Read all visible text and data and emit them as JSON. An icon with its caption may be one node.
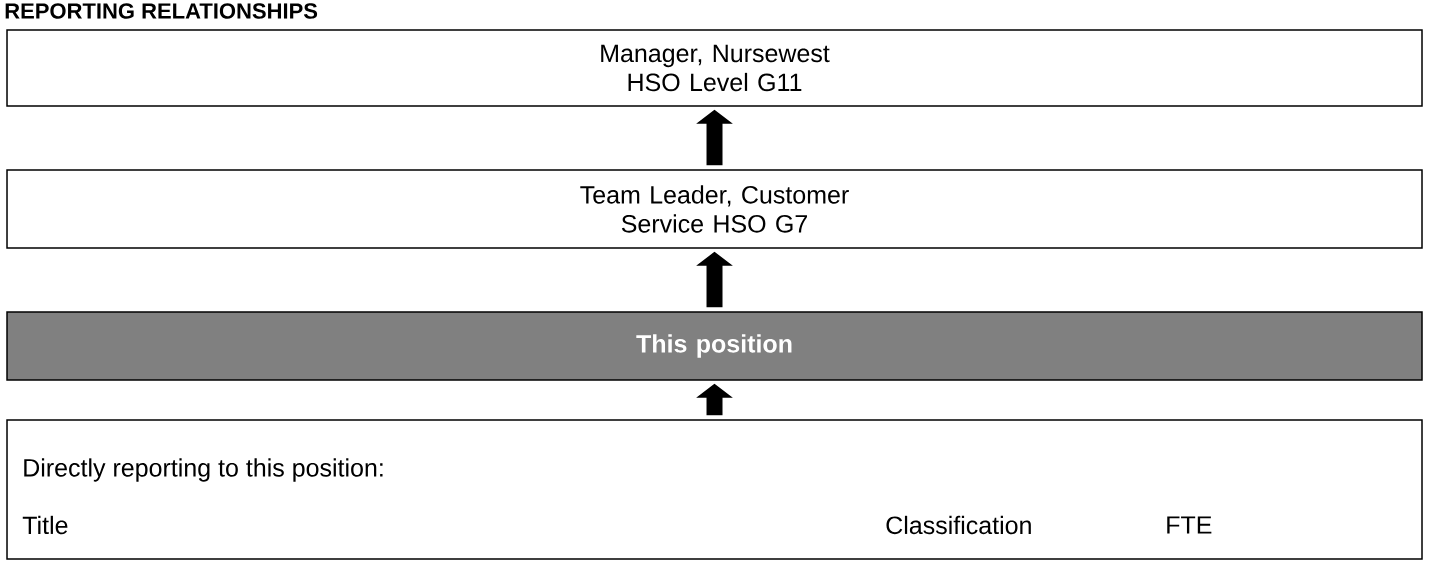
{
  "diagram": {
    "title": "REPORTING RELATIONSHIPS",
    "nodes": [
      {
        "text": [
          "Manager, Nursewest HSO Level G11"
        ]
      },
      {
        "text": [
          "Team Leader, Customer Service HSO G7"
        ]
      },
      {
        "text": [
          "This position"
        ]
      },
      {
        "text": [
          "Directly reporting to this position:",
          "Title",
          "Classification",
          "FTE"
        ]
      }
    ],
    "edges": [
      {
        "from": 1,
        "to": 0,
        "arrow": "to"
      },
      {
        "from": 2,
        "to": 1,
        "arrow": "to"
      },
      {
        "from": 3,
        "to": 2,
        "arrow": "to"
      }
    ]
  }
}
